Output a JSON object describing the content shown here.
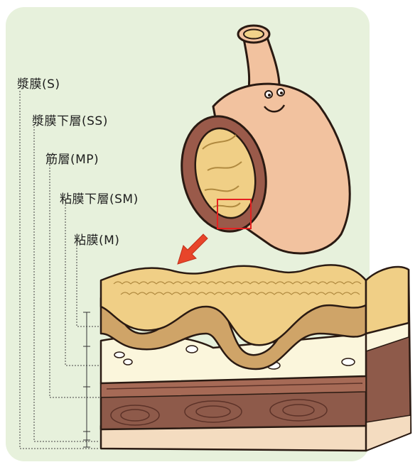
{
  "layers": [
    {
      "key": "serosa",
      "label": "漿膜(S)"
    },
    {
      "key": "subserosa",
      "label": "漿膜下層(SS)"
    },
    {
      "key": "muscularis",
      "label": "筋層(MP)"
    },
    {
      "key": "submucosa",
      "label": "粘膜下層(SM)"
    },
    {
      "key": "mucosa",
      "label": "粘膜(M)"
    }
  ],
  "colors": {
    "panel_bg": "#e7f1dc",
    "stomach_skin": "#f2c29f",
    "stomach_outline": "#2a1a12",
    "wall_ring": "#9a5a4a",
    "mucosa_surface": "#f0cf86",
    "mucosa_layer": "#cfa468",
    "submucosa": "#fbf6dc",
    "muscle": "#8e5a4a",
    "muscle_dark": "#6e3e32",
    "serosa": "#f4dcc0",
    "arrow": "#e8452a",
    "zoom_box": "#e62020"
  },
  "icons": [
    "stomach-character",
    "zoom-arrow",
    "stomach-wall-cross-section"
  ]
}
